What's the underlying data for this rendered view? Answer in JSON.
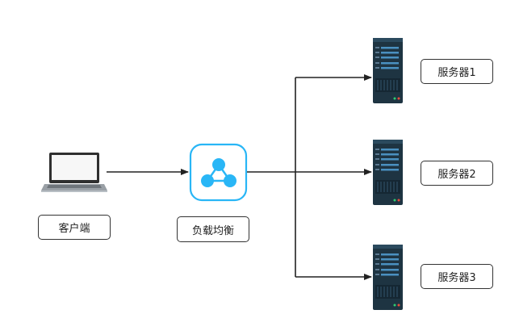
{
  "nodes": {
    "client": {
      "label": "客户端",
      "icon": "laptop-icon"
    },
    "load_balancer": {
      "label": "负载均衡",
      "icon": "load-balancer-icon"
    },
    "servers": [
      {
        "label": "服务器1",
        "icon": "server-icon"
      },
      {
        "label": "服务器2",
        "icon": "server-icon"
      },
      {
        "label": "服务器3",
        "icon": "server-icon"
      }
    ]
  },
  "colors": {
    "line": "#222222",
    "accent": "#29b6f6",
    "server_body": "#1e3442",
    "server_stripe": "#4a90c0"
  }
}
